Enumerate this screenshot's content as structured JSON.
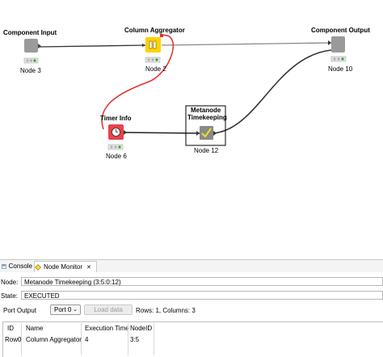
{
  "workflow": {
    "nodes": {
      "component_input": {
        "title": "Component Input",
        "label": "Node 3"
      },
      "column_aggregator": {
        "title": "Column Aggregator",
        "label": "Node 2"
      },
      "component_output": {
        "title": "Component Output",
        "label": "Node 10"
      },
      "timer_info": {
        "title": "Timer Info",
        "label": "Node 6"
      },
      "metanode": {
        "title_line1": "Metanode",
        "title_line2": "Timekeeping",
        "label": "Node 12"
      }
    },
    "colors": {
      "aggregator_yellow": "#ffd200",
      "timer_red": "#e8424b",
      "metanode_gray": "#8a8a8a",
      "selection_red": "#e03030"
    }
  },
  "bottom_panel": {
    "tabs": [
      {
        "label": "Console",
        "icon": "console-icon"
      },
      {
        "label": "Node Monitor",
        "icon": "node-monitor-icon",
        "close": "✕"
      }
    ],
    "node_label": "Node:",
    "node_value": "Metanode Timekeeping  (3:5:0:12)",
    "state_label": "State:",
    "state_value": "EXECUTED",
    "port_output_label": "Port Output",
    "port_select": "Port 0",
    "load_button": "Load data",
    "rows_columns": "Rows: 1, Columns: 3",
    "table": {
      "headers": [
        "ID",
        "Name",
        "Execution Time",
        "NodeID"
      ],
      "rows": [
        [
          "Row0",
          "Column Aggregator",
          "4",
          "3:5"
        ]
      ]
    }
  }
}
